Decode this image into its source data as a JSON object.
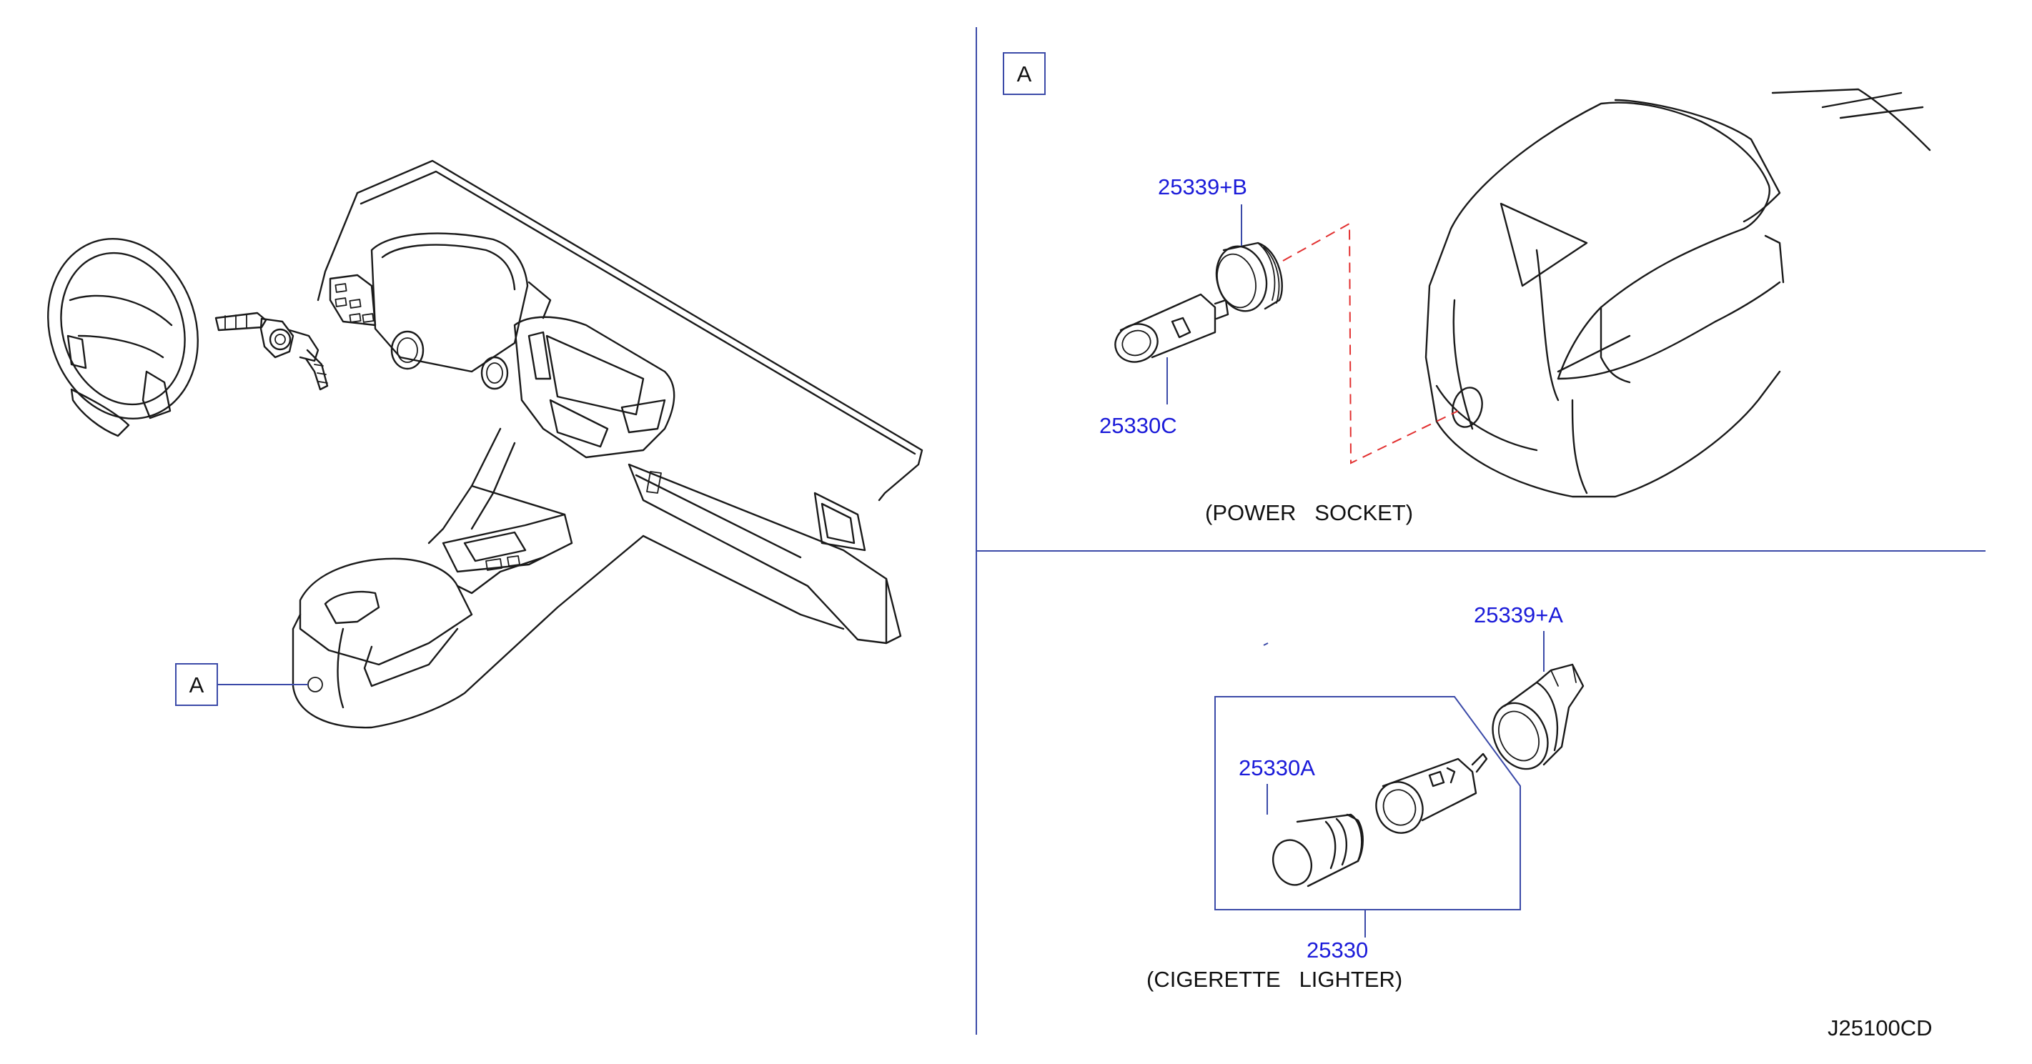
{
  "diagram_id": "J25100CD",
  "reference": {
    "letter": "A"
  },
  "parts": [
    {
      "number": "25339+B",
      "color": "#1b1bd9"
    },
    {
      "number": "25330C",
      "color": "#1b1bd9"
    },
    {
      "number": "25339+A",
      "color": "#1b1bd9"
    },
    {
      "number": "25330A",
      "color": "#1b1bd9"
    },
    {
      "number": "25330",
      "color": "#1b1bd9"
    }
  ],
  "captions": {
    "power_socket": "(POWER   SOCKET)",
    "cigarette_lighter": "(CIGERETTE   LIGHTER)"
  },
  "colors": {
    "label_blue": "#1b1bd9",
    "leader_blue": "#3b4aa8",
    "dashed_red": "#e23030",
    "ink": "#1a1a1a"
  }
}
